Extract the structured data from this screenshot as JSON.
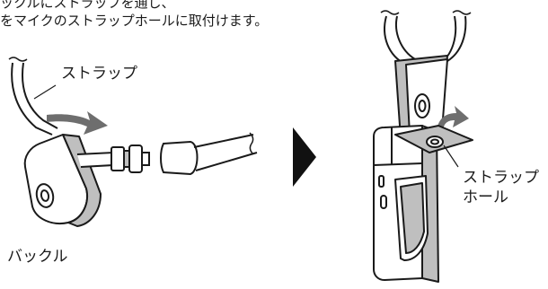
{
  "instructions": {
    "line1": "ックルにストラップを通し、",
    "line2": "をマイクのストラップホールに取付けます。"
  },
  "labels": {
    "strap": "ストラップ",
    "buckle": "バックル",
    "strap_hole_1": "ストラップ",
    "strap_hole_2": "ホール"
  },
  "colors": {
    "line": "#1a1a1a",
    "shade": "#bfbfbf",
    "arrow": "#6e6e6e",
    "triangle": "#111111"
  },
  "icons": {
    "step_arrow": "right-pointing-triangle",
    "motion_arrow": "curved-arrow"
  }
}
